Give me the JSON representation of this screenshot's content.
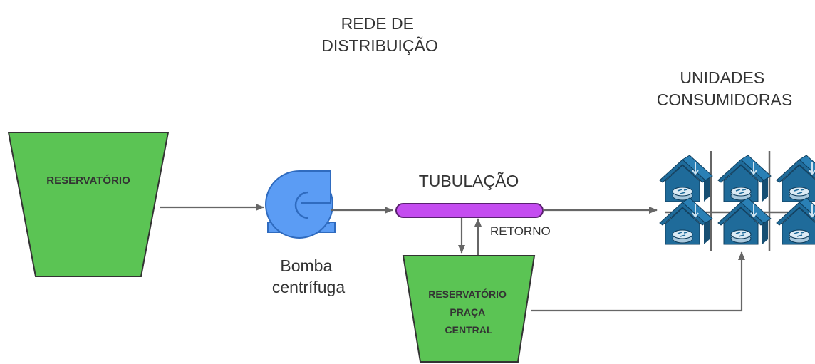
{
  "title": [
    "REDE DE",
    "DISTRIBUIÇÃO"
  ],
  "consumers_title": [
    "UNIDADES",
    "CONSUMIDORAS"
  ],
  "pipe_label": "TUBULAÇÃO",
  "return_label": "RETORNO",
  "reservoir_label": "RESERVATÓRIO",
  "pump_label": [
    "Bomba",
    "centrífuga"
  ],
  "central_reservoir_label": [
    "RESERVATÓRIO",
    "PRAÇA",
    "CENTRAL"
  ],
  "icons": {
    "pump": "centrifugal-pump-icon",
    "house": "house-router-icon"
  },
  "colors": {
    "reservoir_fill": "#5bc454",
    "reservoir_stroke": "#333333",
    "pump_fill": "#5b9cf4",
    "pump_stroke": "#2f6bbf",
    "pipe_fill": "#c44cf0",
    "pipe_stroke": "#5a2070",
    "house_fill": "#1f6b9a",
    "connector": "#666666"
  }
}
